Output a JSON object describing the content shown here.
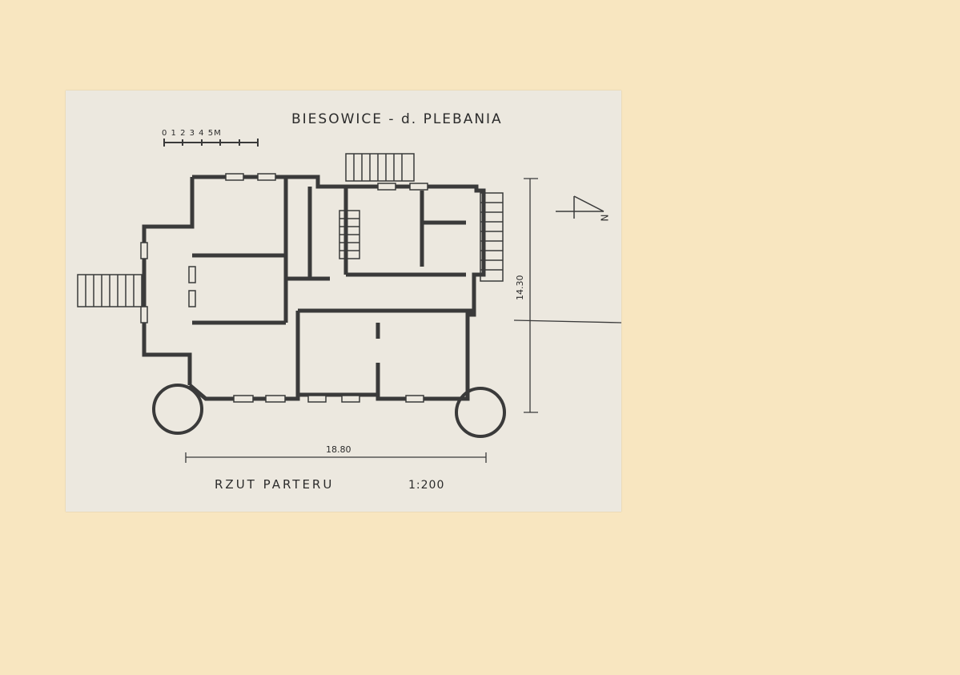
{
  "sheet": {
    "title": "BIESOWICE - d. PLEBANIA",
    "scale_bar_label": "0 1 2 3 4 5M",
    "caption": "RZUT PARTERU",
    "scale": "1:200",
    "dimension_width": "18.80",
    "dimension_height": "14.30",
    "north_label": "N"
  }
}
